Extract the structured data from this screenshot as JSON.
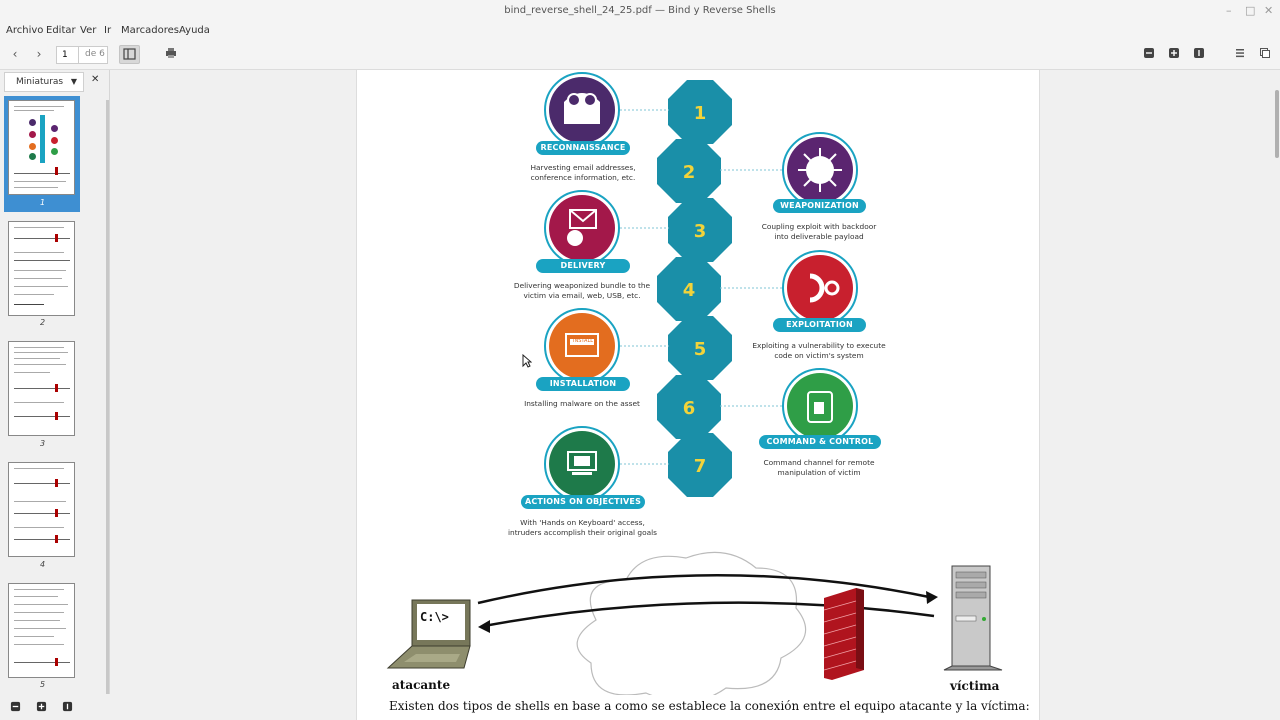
{
  "window": {
    "title": "bind_reverse_shell_24_25.pdf — Bind y Reverse Shells"
  },
  "menu": [
    "Archivo",
    "Editar",
    "Ver",
    "Ir",
    "Marcadores",
    "Ayuda"
  ],
  "toolbar": {
    "page_value": "1",
    "page_of": "de 6"
  },
  "sidebar": {
    "mode": "Miniaturas",
    "pages": [
      "1",
      "2",
      "3",
      "4",
      "5"
    ]
  },
  "kill_chain": {
    "steps": [
      {
        "num": "1",
        "title": "RECONNAISSANCE",
        "desc_l1": "Harvesting email addresses,",
        "desc_l2": "conference information, etc."
      },
      {
        "num": "2",
        "title": "WEAPONIZATION",
        "desc_l1": "Coupling exploit with backdoor",
        "desc_l2": "into deliverable payload"
      },
      {
        "num": "3",
        "title": "DELIVERY",
        "desc_l1": "Delivering weaponized bundle to the",
        "desc_l2": "victim via email, web, USB, etc."
      },
      {
        "num": "4",
        "title": "EXPLOITATION",
        "desc_l1": "Exploiting a vulnerability to execute",
        "desc_l2": "code on victim's system"
      },
      {
        "num": "5",
        "title": "INSTALLATION",
        "desc_l1": "Installing malware on the asset",
        "desc_l2": ""
      },
      {
        "num": "6",
        "title": "COMMAND & CONTROL (C2)",
        "desc_l1": "Command channel for remote",
        "desc_l2": "manipulation of victim"
      },
      {
        "num": "7",
        "title": "ACTIONS ON OBJECTIVES",
        "desc_l1": "With 'Hands on Keyboard' access,",
        "desc_l2": "intruders accomplish their original goals"
      }
    ],
    "install_screen_text": "INSTALL"
  },
  "network": {
    "attacker_label": "atacante",
    "victim_label": "víctima",
    "prompt": "C:\\>"
  },
  "body_text": "Existen dos tipos de shells en base a como se establece la conexión entre el equipo atacante y la víctima:",
  "colors": {
    "accent": "#1aa3c2",
    "chain": "#1a8fa8",
    "recon": "#4b2a6b",
    "weapon": "#5b2570",
    "delivery": "#a3184a",
    "exploit": "#c8202e",
    "install": "#e36d1f",
    "c2": "#2f9e47",
    "actions": "#1e7a4a"
  }
}
